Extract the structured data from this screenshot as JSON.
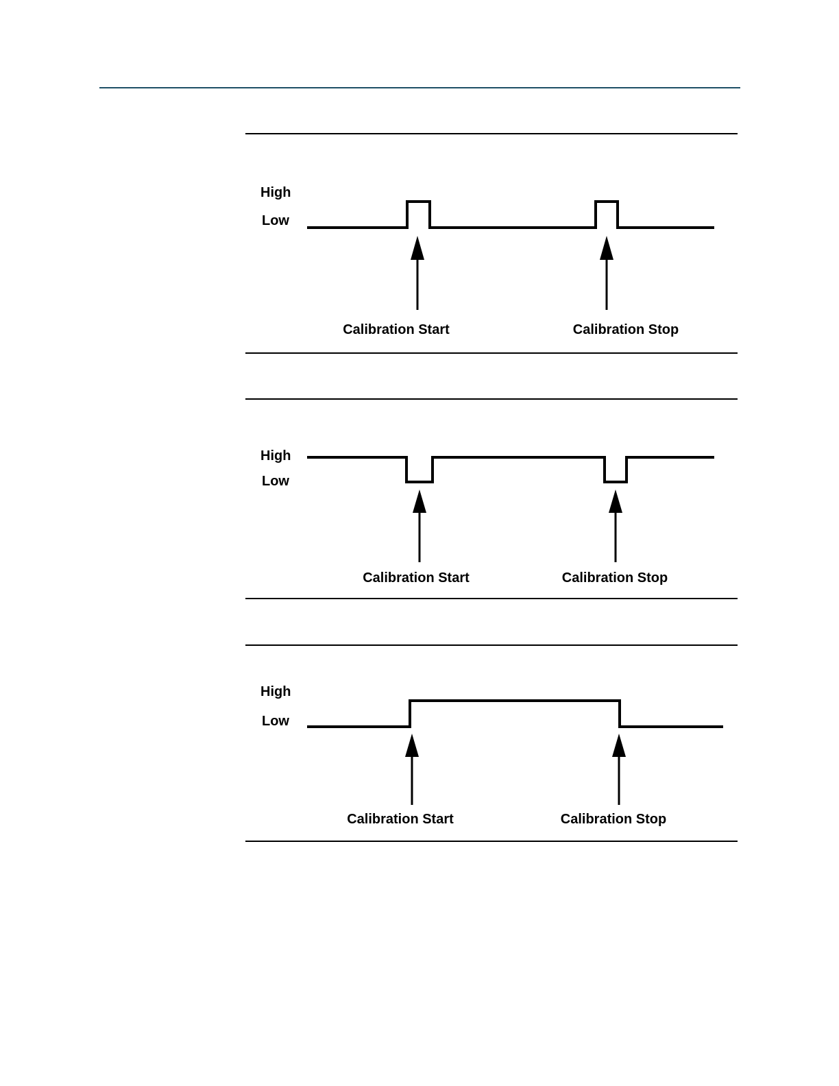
{
  "page": {
    "background_color": "#ffffff",
    "accent_rule_color": "#1e4f66",
    "diagram_line_color": "#000000"
  },
  "figures": [
    {
      "high_label": "High",
      "low_label": "Low",
      "events": [
        {
          "label": "Calibration Start"
        },
        {
          "label": "Calibration Stop"
        }
      ],
      "signal": {
        "type": "timing-waveform",
        "idle_level": "Low",
        "event_shape": "short positive pulse to High at each calibration event"
      }
    },
    {
      "high_label": "High",
      "low_label": "Low",
      "events": [
        {
          "label": "Calibration Start"
        },
        {
          "label": "Calibration Stop"
        }
      ],
      "signal": {
        "type": "timing-waveform",
        "idle_level": "High",
        "event_shape": "short negative pulse to Low at each calibration event"
      }
    },
    {
      "high_label": "High",
      "low_label": "Low",
      "events": [
        {
          "label": "Calibration Start"
        },
        {
          "label": "Calibration Stop"
        }
      ],
      "signal": {
        "type": "timing-waveform",
        "idle_level": "Low",
        "event_shape": "signal held High between Calibration Start and Calibration Stop"
      }
    }
  ]
}
